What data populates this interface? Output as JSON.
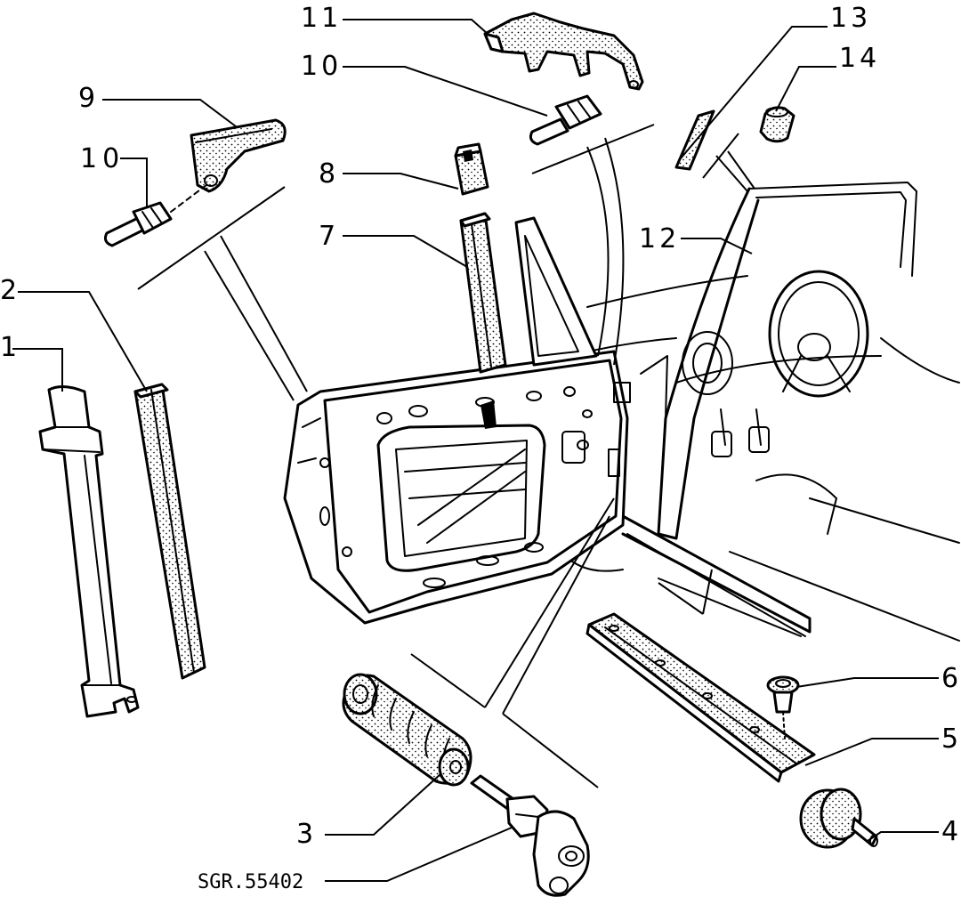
{
  "reference_code": "SGR.55402",
  "callouts": [
    {
      "id": "1",
      "label": "1"
    },
    {
      "id": "2",
      "label": "2"
    },
    {
      "id": "3",
      "label": "3"
    },
    {
      "id": "4",
      "label": "4"
    },
    {
      "id": "5",
      "label": "5"
    },
    {
      "id": "6",
      "label": "6"
    },
    {
      "id": "7",
      "label": "7"
    },
    {
      "id": "8",
      "label": "8"
    },
    {
      "id": "9",
      "label": "9"
    },
    {
      "id": "10a",
      "label": "10"
    },
    {
      "id": "10b",
      "label": "10"
    },
    {
      "id": "11",
      "label": "11"
    },
    {
      "id": "12",
      "label": "12"
    },
    {
      "id": "13",
      "label": "13"
    },
    {
      "id": "14",
      "label": "14"
    }
  ]
}
